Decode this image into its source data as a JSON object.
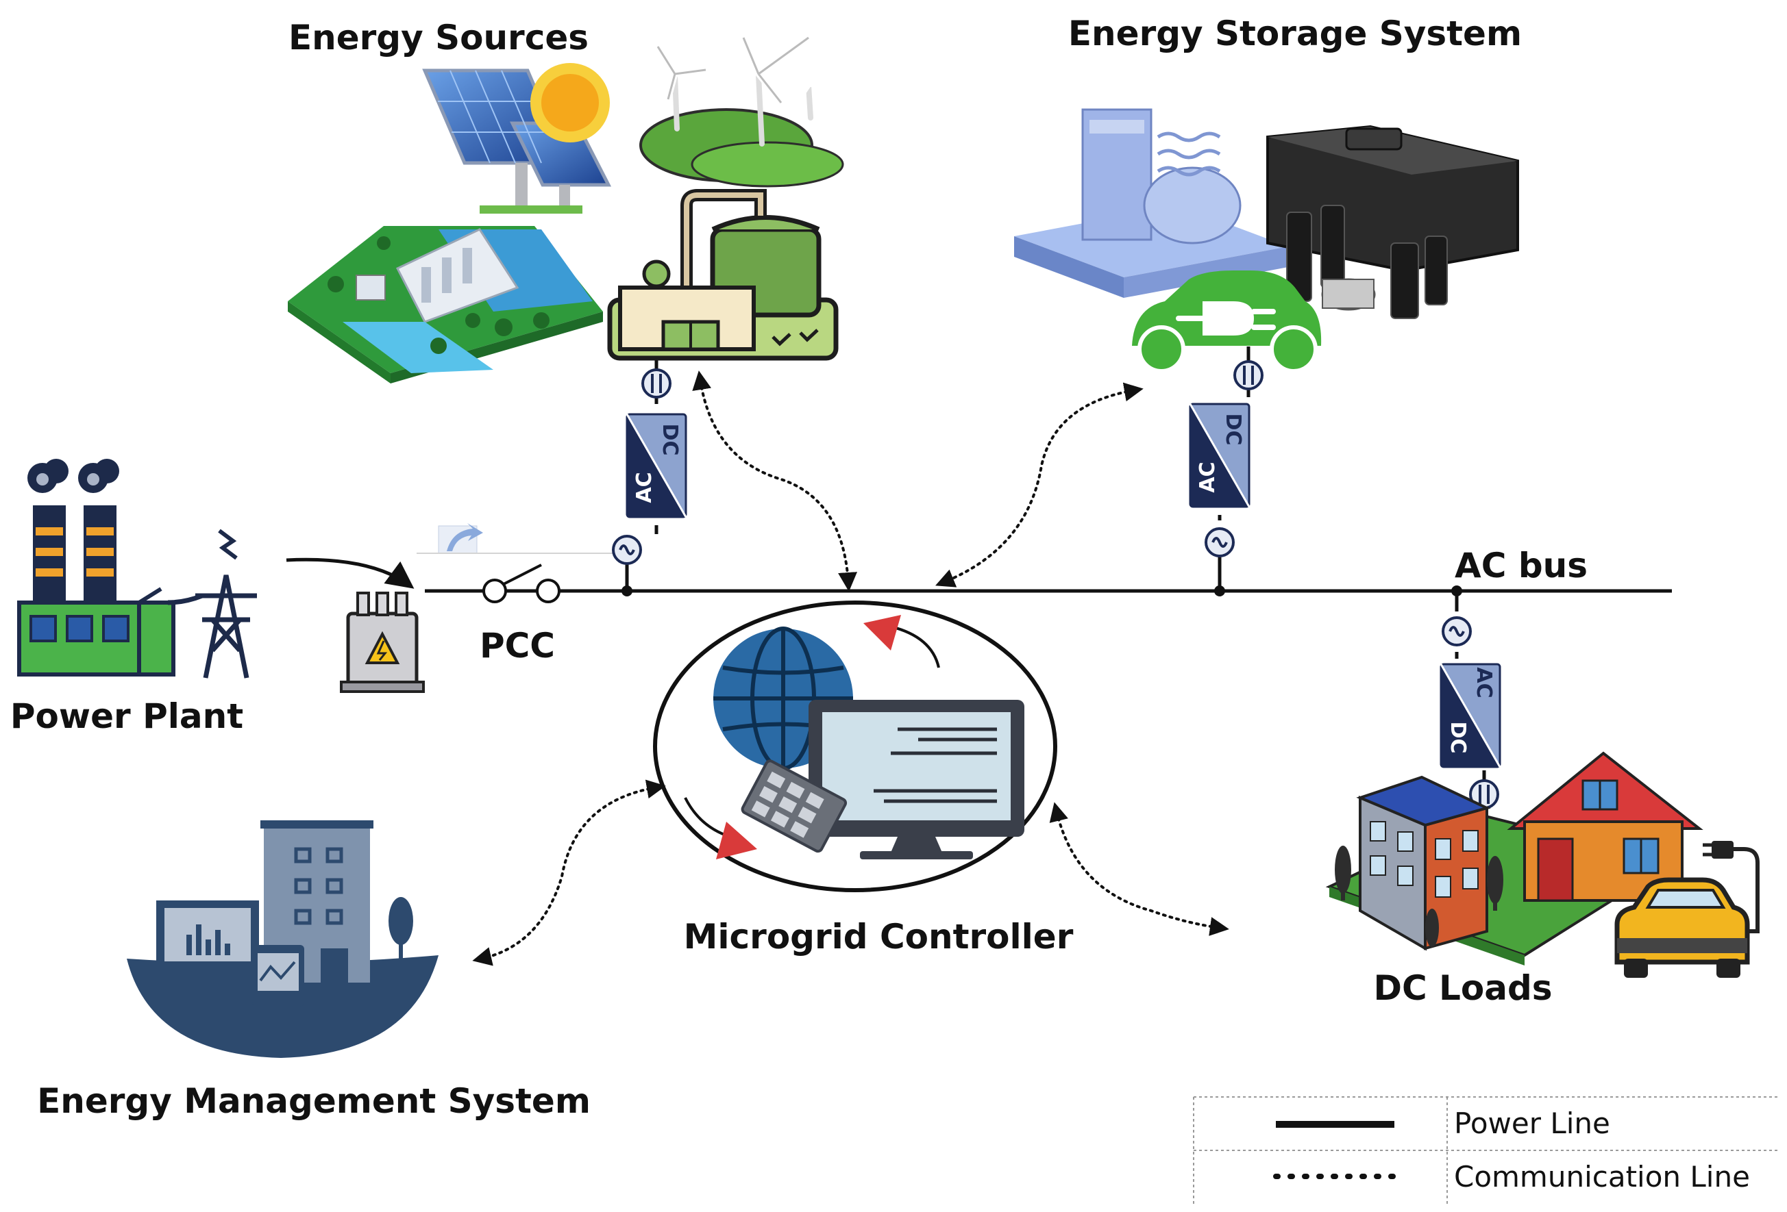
{
  "labels": {
    "energy_sources": "Energy Sources",
    "energy_storage": "Energy Storage System",
    "power_plant": "Power Plant",
    "pcc": "PCC",
    "ac_bus": "AC bus",
    "microgrid_controller": "Microgrid Controller",
    "energy_management": "Energy Management System",
    "dc_loads": "DC Loads"
  },
  "converters": {
    "ac": "AC",
    "dc": "DC"
  },
  "legend": {
    "power_line": "Power Line",
    "communication_line": "Communication Line"
  },
  "colors": {
    "converter_dark": "#1c2a55",
    "converter_light": "#8da3cf",
    "solar_blue": "#2a5aa8",
    "grass_green": "#5aa63c",
    "car_green": "#44b23a",
    "ems_navy": "#2d4a6e",
    "house_orange": "#e58a2c",
    "sun_yellow": "#f5b21b"
  }
}
